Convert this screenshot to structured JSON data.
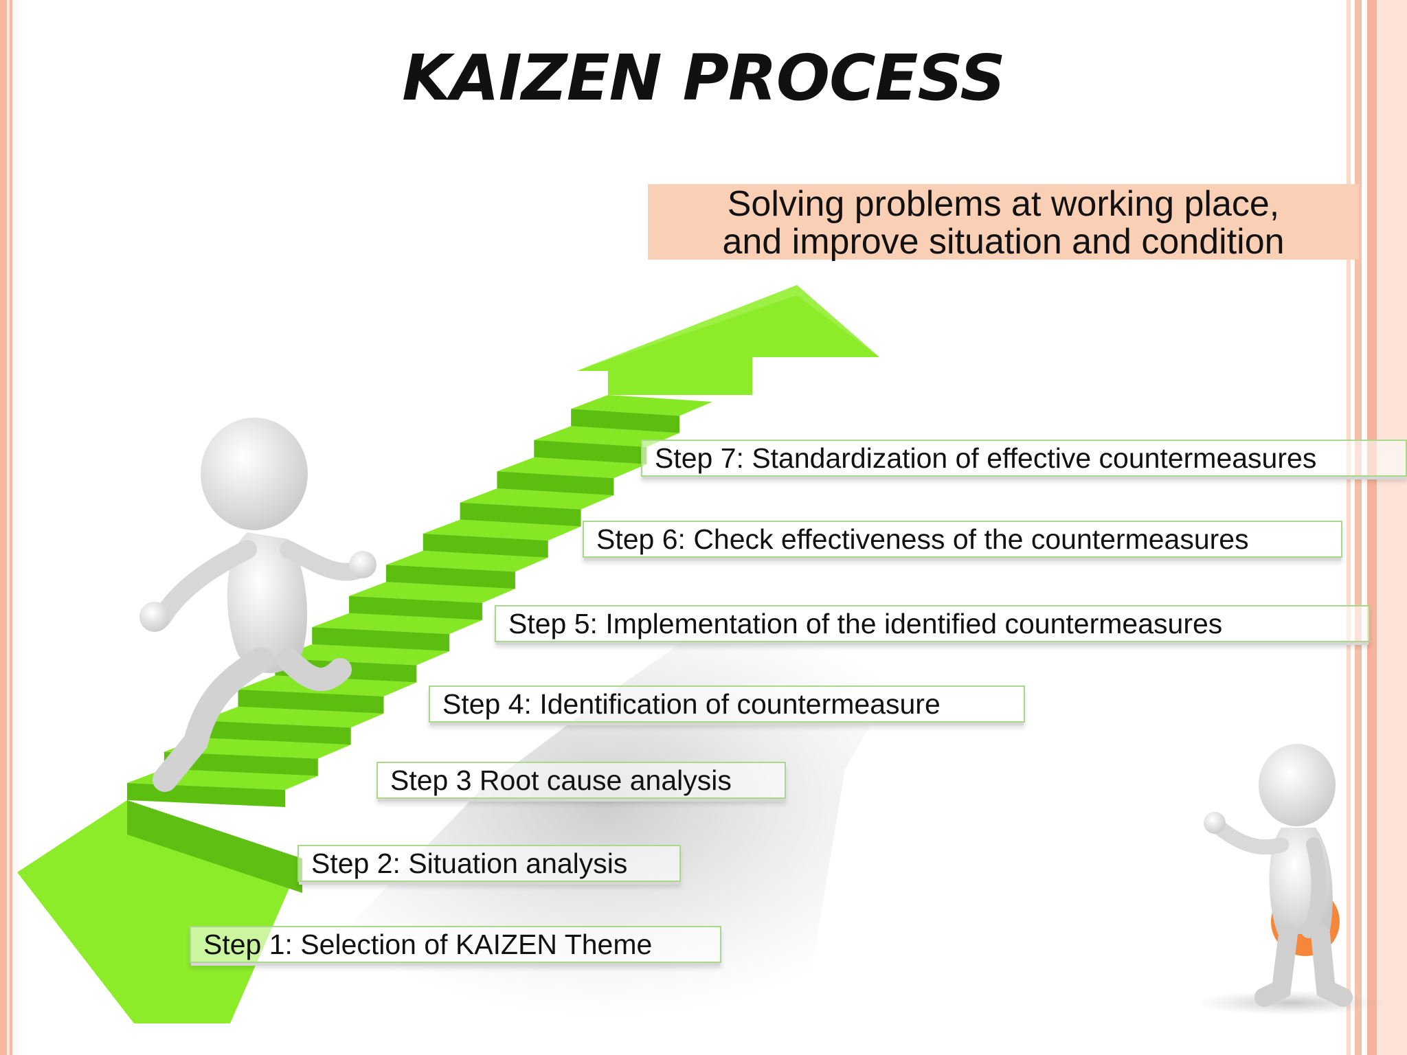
{
  "title": "KAIZEN PROCESS",
  "goal": {
    "line1": "Solving problems at working place,",
    "line2": "and improve situation and condition"
  },
  "steps": [
    {
      "label": "Step 1: Selection of KAIZEN Theme"
    },
    {
      "label": "Step 2: Situation analysis"
    },
    {
      "label": "Step 3 Root cause analysis"
    },
    {
      "label": "Step 4: Identification of countermeasure"
    },
    {
      "label": "Step 5: Implementation of the identified countermeasures"
    },
    {
      "label": "Step 6: Check effectiveness of the countermeasures"
    },
    {
      "label": "Step 7: Standardization of effective countermeasures"
    }
  ],
  "colors": {
    "stair_green": "#86e825",
    "stair_dark": "#5cbf10",
    "goal_fill": "#f9cfb6",
    "accent_orange": "#f5873a"
  },
  "icons": [
    "staircase-arrow-icon",
    "running-figure-icon",
    "presenting-figure-icon"
  ]
}
